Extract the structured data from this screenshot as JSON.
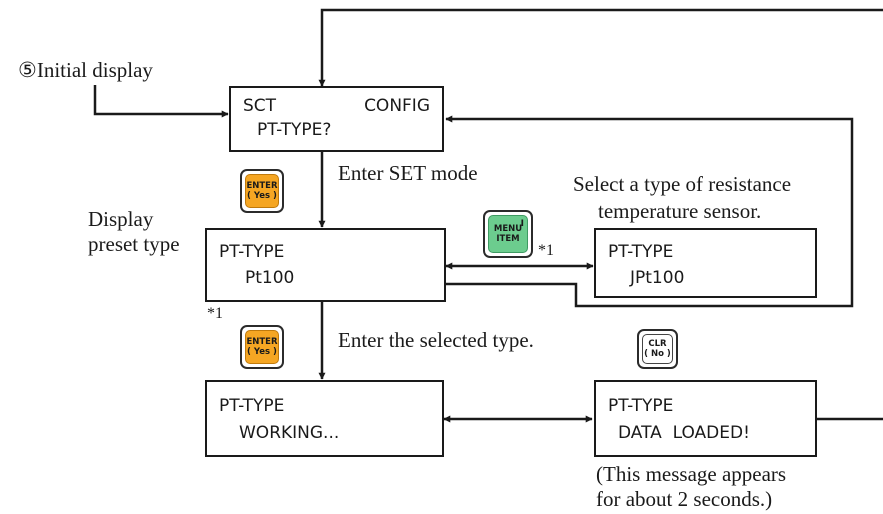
{
  "start_label": "⑤Initial display",
  "boxes": {
    "config": {
      "line1_left": "SCT",
      "line1_right": "CONFIG",
      "line2": "PT-TYPE?"
    },
    "pt100": {
      "line1": "PT-TYPE",
      "line2": "Pt100"
    },
    "jpt100": {
      "line1": "PT-TYPE",
      "line2": "JPt100"
    },
    "working": {
      "line1": "PT-TYPE",
      "line2": "WORKING..."
    },
    "loaded": {
      "line1": "PT-TYPE",
      "line2": "DATA  LOADED!"
    }
  },
  "labels": {
    "enter_set_mode": "Enter SET mode",
    "select_type_1": "Select a type of resistance",
    "select_type_2": "temperature sensor.",
    "display_1": "Display",
    "display_2": "preset type",
    "enter_selected": "Enter the selected type.",
    "note_a": "*1",
    "note_b": "*1",
    "message_1": "(This message appears",
    "message_2": "for about 2 seconds.)"
  },
  "keys": {
    "enter_1": {
      "line1": "ENTER",
      "line2": "( Yes )"
    },
    "enter_2": {
      "line1": "ENTER",
      "line2": "( Yes )"
    },
    "menu": {
      "line1": "MENU",
      "line2": "ITEM",
      "mark": "I"
    },
    "clr": {
      "line1": "CLR",
      "line2": "( No )"
    }
  },
  "colors": {
    "enter_key": "#f5a623",
    "menu_key": "#6ccc8e",
    "clr_key": "#ffffff",
    "line": "#1a1a1a"
  }
}
